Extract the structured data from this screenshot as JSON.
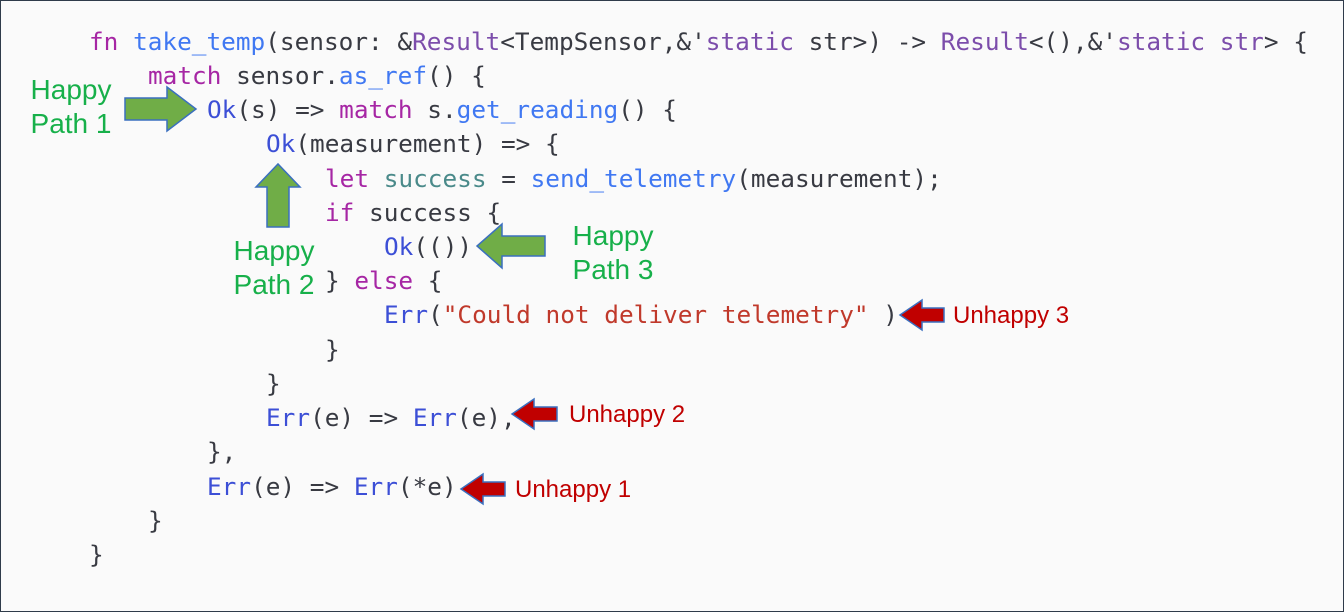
{
  "code": {
    "line1": {
      "fn": "fn",
      "name": "take_temp",
      "p1": "(sensor: &",
      "t1": "Result",
      "p2": "<TempSensor,&'",
      "k1": "static",
      "p3": " str>) -> ",
      "t2": "Result",
      "p4": "<(),&'",
      "k2": "static",
      "p5": " ",
      "k3": "str",
      "p6": "> {"
    },
    "line2": {
      "kw": "match",
      "p1": " sensor.",
      "call": "as_ref",
      "p2": "() {"
    },
    "line3": {
      "ok": "Ok",
      "p1": "(s) => ",
      "kw": "match",
      "p2": " s.",
      "call": "get_reading",
      "p3": "() {"
    },
    "line4": {
      "ok": "Ok",
      "p1": "(measurement) => {"
    },
    "line5": {
      "kw": "let",
      "p1": " ",
      "var": "success",
      "p2": " = ",
      "call": "send_telemetry",
      "p3": "(measurement);"
    },
    "line6": {
      "kw": "if",
      "p1": " success {"
    },
    "line7": {
      "ok": "Ok",
      "p1": "(())"
    },
    "line8": {
      "p1": "} ",
      "kw": "else",
      "p2": " {"
    },
    "line9": {
      "err": "Err",
      "p1": "(",
      "str": "\"Could not deliver telemetry\"",
      "p2": " )"
    },
    "line10": "}",
    "line11": "}",
    "line12": {
      "err1": "Err",
      "p1": "(e) => ",
      "err2": "Err",
      "p2": "(e),"
    },
    "line13": "},",
    "line14": {
      "err1": "Err",
      "p1": "(e) => ",
      "err2": "Err",
      "p2": "(*e)"
    },
    "line15": "}",
    "line16": "}"
  },
  "annotations": {
    "happy1": {
      "l1": "Happy",
      "l2": "Path 1"
    },
    "happy2": {
      "l1": "Happy",
      "l2": "Path 2"
    },
    "happy3": {
      "l1": "Happy",
      "l2": "Path 3"
    },
    "unhappy1": "Unhappy 1",
    "unhappy2": "Unhappy 2",
    "unhappy3": "Unhappy 3"
  },
  "colors": {
    "happy": "#70ad47",
    "happy_text": "#17b04a",
    "unhappy": "#c00000"
  }
}
